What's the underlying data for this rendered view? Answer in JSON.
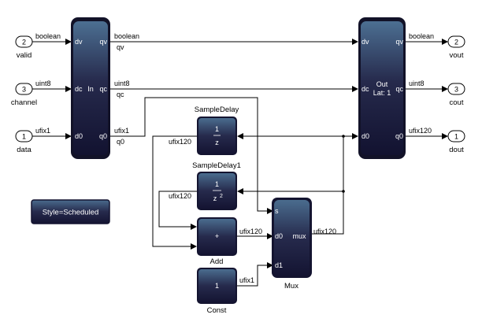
{
  "colors": {
    "block_top": "#4a6a8c",
    "block_bottom": "#14142e",
    "block_border": "#0e0e22",
    "wire": "#000000",
    "background": "#ffffff"
  },
  "inports": [
    {
      "num": "2",
      "name": "valid",
      "type": "boolean"
    },
    {
      "num": "3",
      "name": "channel",
      "type": "uint8"
    },
    {
      "num": "1",
      "name": "data",
      "type": "ufix1"
    }
  ],
  "outports": [
    {
      "num": "2",
      "name": "vout",
      "type": "boolean"
    },
    {
      "num": "3",
      "name": "cout",
      "type": "uint8"
    },
    {
      "num": "1",
      "name": "dout",
      "type": "ufix120"
    }
  ],
  "in_block": {
    "title": "In",
    "in_ports": [
      "dv",
      "dc",
      "d0"
    ],
    "out_ports": [
      "qv",
      "qc",
      "q0"
    ],
    "out_types": [
      "boolean",
      "uint8",
      "ufix1"
    ],
    "out_signals": [
      "qv",
      "qc",
      "q0"
    ]
  },
  "out_block": {
    "title": "Out",
    "latency": "Lat: 1",
    "in_ports": [
      "dv",
      "dc",
      "d0"
    ],
    "out_ports": [
      "qv",
      "qc",
      "q0"
    ]
  },
  "sample_delay": {
    "name": "SampleDelay",
    "num": "1",
    "den": "z",
    "out_type": "ufix120"
  },
  "sample_delay1": {
    "name": "SampleDelay1",
    "num": "1",
    "den": "z",
    "den_exp": "2",
    "out_type": "ufix120"
  },
  "add": {
    "name": "Add",
    "symbol": "+",
    "out_type": "ufix120"
  },
  "const": {
    "name": "Const",
    "value": "1",
    "out_type": "ufix1"
  },
  "mux": {
    "name": "Mux",
    "title": "mux",
    "in_ports": [
      "s",
      "d0",
      "d1"
    ],
    "out_type": "ufix120"
  },
  "style_button": {
    "label": "Style=Scheduled"
  }
}
